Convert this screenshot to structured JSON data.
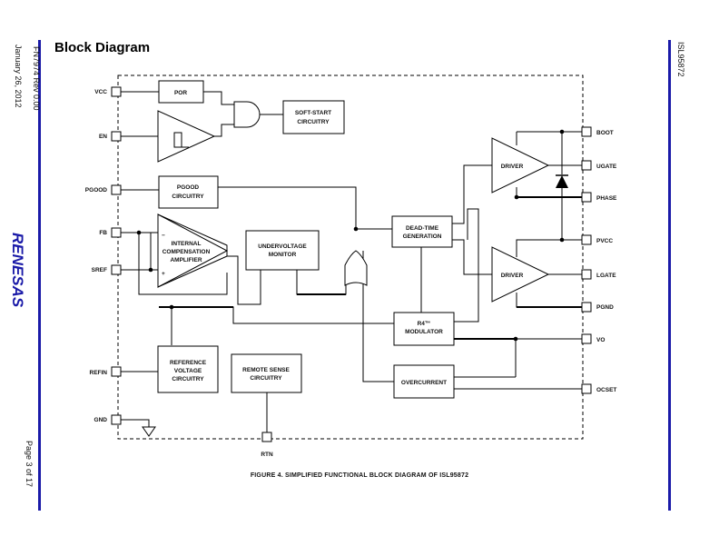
{
  "header": {
    "doc_number": "FN7974 Rev 0.00",
    "date": "January 26, 2012",
    "part_number": "ISL95872",
    "page": "Page 3 of 17"
  },
  "brand": {
    "logo_text": "RENESAS"
  },
  "section_title": "Block Diagram",
  "figure_caption": "FIGURE 4.  SIMPLIFIED FUNCTIONAL BLOCK DIAGRAM OF ISL95872",
  "blocks": {
    "por": "POR",
    "soft_start": [
      "SOFT-START",
      "CIRCUITRY"
    ],
    "pgood": [
      "PGOOD",
      "CIRCUITRY"
    ],
    "amplifier": [
      "INTERNAL",
      "COMPENSATION",
      "AMPLIFIER"
    ],
    "undervoltage": [
      "UNDERVOLTAGE",
      "MONITOR"
    ],
    "dead_time": [
      "DEAD-TIME",
      "GENERATION"
    ],
    "driver_high": "DRIVER",
    "driver_low": "DRIVER",
    "modulator": [
      "R4™",
      "MODULATOR"
    ],
    "overcurrent": "OVERCURRENT",
    "reference": [
      "REFERENCE",
      "VOLTAGE",
      "CIRCUITRY"
    ],
    "remote_sense": [
      "REMOTE SENSE",
      "CIRCUITRY"
    ],
    "amp_minus": "−",
    "amp_plus": "+"
  },
  "pins_left": [
    "VCC",
    "EN",
    "PGOOD",
    "FB",
    "SREF",
    "REFIN",
    "GND"
  ],
  "pins_right": [
    "BOOT",
    "UGATE",
    "PHASE",
    "PVCC",
    "LGATE",
    "PGND",
    "VO",
    "OCSET"
  ],
  "pin_bottom": "RTN",
  "colors": {
    "accent_bar": "#1a1aa8",
    "line": "#000000"
  }
}
